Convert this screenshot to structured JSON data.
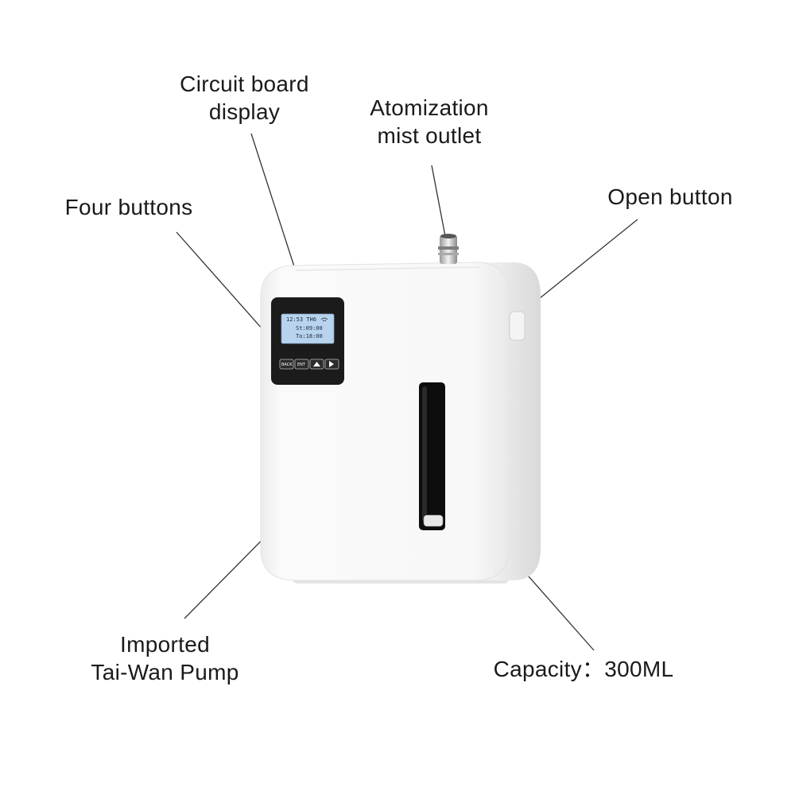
{
  "labels": {
    "circuit_board_display": [
      "Circuit board",
      "display"
    ],
    "atomization_outlet": [
      "Atomization",
      "mist outlet"
    ],
    "four_buttons": "Four buttons",
    "open_button": "Open button",
    "pump": [
      "Imported",
      "Tai-Wan Pump"
    ],
    "capacity": "Capacity：300ML"
  },
  "screen": {
    "line1": "12:53 TH6",
    "line2": "St:09:00",
    "line3": "To:18:00"
  },
  "keypad": [
    "BACK",
    "ENT",
    "▲",
    "▶"
  ],
  "colors": {
    "body": "#f6f6f6",
    "panel": "#1b1b1b",
    "lcd": "#b7d3ee",
    "text": "#1a1a1a"
  }
}
